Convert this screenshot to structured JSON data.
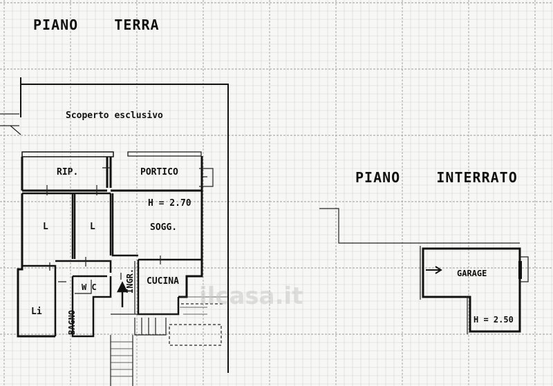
{
  "ground_floor": {
    "title": "PIANO    TERRA",
    "rooms": {
      "outdoor": "Scoperto esclusivo",
      "storage": "RIP.",
      "porch": "PORTICO",
      "height": "H = 2.70",
      "living": "SOGG.",
      "bedroom1": "L",
      "bedroom2": "L",
      "bedroom3": "Li",
      "wc": "W C",
      "bathroom": "BAGNO",
      "entrance": "INGR.",
      "kitchen": "CUCINA"
    }
  },
  "basement": {
    "title": "PIANO    INTERRATO",
    "rooms": {
      "garage": "GARAGE",
      "height": "H = 2.50"
    }
  },
  "watermark": "ilcasa.it"
}
